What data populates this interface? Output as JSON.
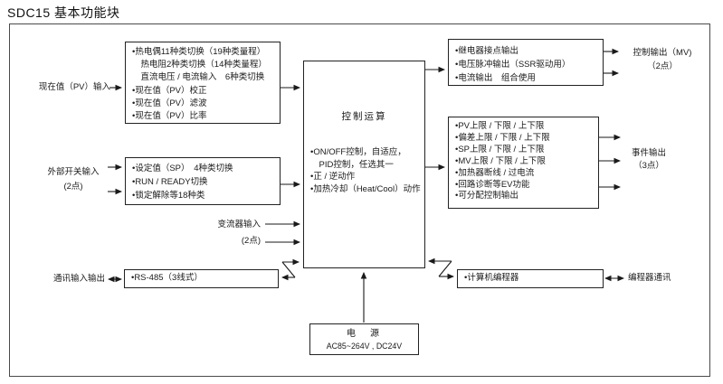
{
  "title": "SDC15 基本功能块",
  "colors": {
    "ink": "#1a1a1a",
    "bg": "#ffffff"
  },
  "labels": {
    "pv_input": "现在值（PV）输入",
    "switch_input": {
      "line1": "外部开关输入",
      "line2": "(2点)"
    },
    "ct_input": {
      "line1": "变流器输入",
      "line2": "(2点)"
    },
    "comm_io": "通讯输入输出",
    "mv_output": {
      "line1": "控制输出（MV)",
      "line2": "（2点）"
    },
    "event_output": {
      "line1": "事件输出",
      "line2": "（3点）"
    },
    "programmer_comm": "编程器通讯"
  },
  "boxes": {
    "pv": {
      "lines": [
        "•热电偶11种类切换（19种类量程）",
        "　热电阻2种类切换（14种类量程）",
        "　直流电压 / 电流输入　6种类切换",
        "•现在值（PV）校正",
        "•现在值（PV）滤波",
        "•现在值（PV）比率"
      ]
    },
    "switch": {
      "lines": [
        "•设定值（SP）　4种类切换",
        "•RUN / READY切换",
        "•锁定解除等18种类"
      ]
    },
    "control": {
      "title": "控制运算",
      "lines": [
        "•ON/OFF控制，自适应，",
        "　PID控制，任选其一",
        "•正 / 逆动作",
        "•加热冷却（Heat/Cool）动作"
      ]
    },
    "output": {
      "lines": [
        "•继电器接点输出",
        "•电压脉冲输出（SSR驱动用）",
        "•电流输出　组合使用"
      ]
    },
    "event": {
      "lines": [
        "•PV上限 / 下限 / 上下限",
        "•偏差上限 / 下限 / 上下限",
        "•SP上限 / 下限 / 上下限",
        "•MV上限 / 下限 / 上下限",
        "•加热器断线 / 过电流",
        "•回路诊断等EV功能",
        "•可分配控制输出"
      ]
    },
    "rs485": {
      "line": "•RS-485（3线式）"
    },
    "programmer": {
      "line": "•计算机编程器"
    },
    "power": {
      "title": "电　源",
      "spec": "AC85~264V , DC24V"
    }
  }
}
